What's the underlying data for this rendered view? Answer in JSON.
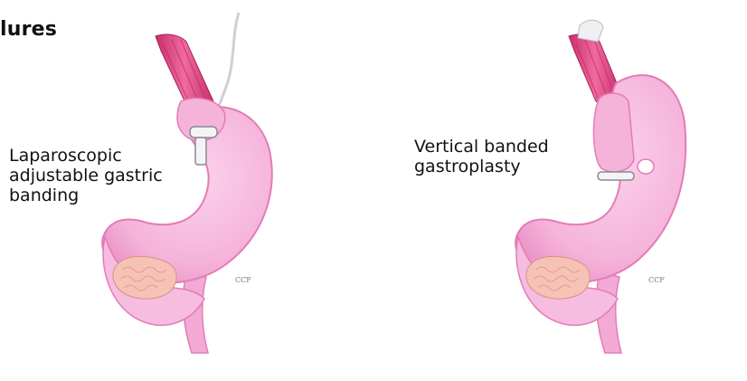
{
  "heading": "lures",
  "figures": [
    {
      "label": "Laparoscopic\nadjustable gastric\nbanding",
      "watermark": "CCF"
    },
    {
      "label": "Vertical banded\ngastroplasty",
      "watermark": "CCF"
    }
  ],
  "colors": {
    "stomach": "#f5b3d9",
    "stomach_edge": "#e37cb7",
    "esophagus": "#e64a86",
    "pancreas": "#f7c2b6",
    "band": "#f4f4f6"
  }
}
